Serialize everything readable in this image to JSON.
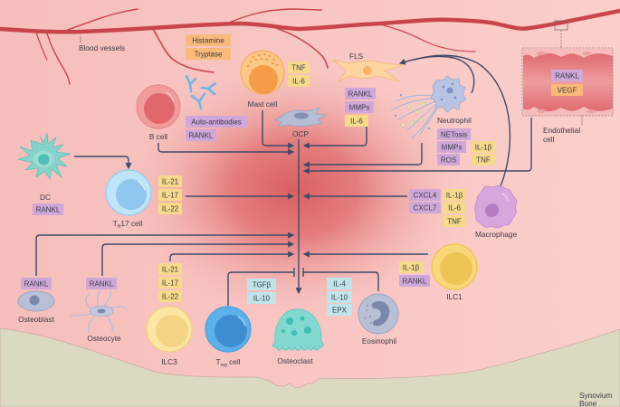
{
  "title": "Immune and stromal cell interactions in the synovium driving osteoclast-mediated bone erosion",
  "palette": {
    "purple": "#cfa8d9",
    "yellow": "#f6da8a",
    "orange": "#f8b979",
    "cyan": "#bfe5ea",
    "arrow": "#3e4a6c",
    "inflammation_core": "#dc6464",
    "synovium_bg": "#f7c3c0",
    "bone_bg": "#dcd9c1",
    "vessel": "#c9454c"
  },
  "regions": {
    "blood_vessels": "Blood vessels",
    "synovium": "Synovium",
    "bone": "Bone"
  },
  "cells": {
    "mast_cell": {
      "label": "Mast cell",
      "granule_factors": [
        {
          "text": "Histamine",
          "type": "orange"
        },
        {
          "text": "Tryptase",
          "type": "orange"
        }
      ],
      "factors": [
        {
          "text": "TNF",
          "type": "yellow"
        },
        {
          "text": "IL-6",
          "type": "yellow"
        }
      ]
    },
    "b_cell": {
      "label": "B cell",
      "factors": [
        {
          "text": "Auto-antibodies",
          "type": "purple"
        },
        {
          "text": "RANKL",
          "type": "purple"
        }
      ]
    },
    "ocp": {
      "label": "OCP"
    },
    "fls": {
      "label": "FLS",
      "factors": [
        {
          "text": "RANKL",
          "type": "purple"
        },
        {
          "text": "MMPs",
          "type": "purple"
        },
        {
          "text": "IL-6",
          "type": "yellow"
        }
      ]
    },
    "neutrophil": {
      "label": "Neutrophil",
      "factors": [
        {
          "text": "NETosis",
          "type": "purple"
        },
        {
          "text": "MMPs",
          "type": "purple"
        },
        {
          "text": "ROS",
          "type": "purple"
        },
        {
          "text": "IL-1β",
          "type": "yellow"
        },
        {
          "text": "TNF",
          "type": "yellow"
        }
      ]
    },
    "endothelial_cell": {
      "label_line1": "Endothelial",
      "label_line2": "cell",
      "factors": [
        {
          "text": "RANKL",
          "type": "purple"
        },
        {
          "text": "VEGF",
          "type": "orange"
        }
      ]
    },
    "dc": {
      "label": "DC",
      "factors": [
        {
          "text": "RANKL",
          "type": "purple"
        }
      ]
    },
    "th17_cell": {
      "label_prefix": "T",
      "label_subscript": "H",
      "label_suffix": "17 cell",
      "factors": [
        {
          "text": "IL-21",
          "type": "yellow"
        },
        {
          "text": "IL-17",
          "type": "yellow"
        },
        {
          "text": "IL-22",
          "type": "yellow"
        }
      ]
    },
    "macrophage": {
      "label": "Macrophage",
      "factors": [
        {
          "text": "CXCL4",
          "type": "purple"
        },
        {
          "text": "CXCL7",
          "type": "purple"
        },
        {
          "text": "IL-1β",
          "type": "yellow"
        },
        {
          "text": "IL-6",
          "type": "yellow"
        },
        {
          "text": "TNF",
          "type": "yellow"
        }
      ]
    },
    "ilc1": {
      "label": "ILC1",
      "factors": [
        {
          "text": "IL-1β",
          "type": "yellow"
        },
        {
          "text": "RANKL",
          "type": "purple"
        }
      ]
    },
    "osteoblast": {
      "label": "Osteoblast",
      "factors": [
        {
          "text": "RANKL",
          "type": "purple"
        }
      ]
    },
    "osteocyte": {
      "label": "Osteocyte",
      "factors": [
        {
          "text": "RANKL",
          "type": "purple"
        }
      ]
    },
    "ilc3": {
      "label": "ILC3",
      "factors": [
        {
          "text": "IL-21",
          "type": "yellow"
        },
        {
          "text": "IL-17",
          "type": "yellow"
        },
        {
          "text": "IL-22",
          "type": "yellow"
        }
      ]
    },
    "treg_cell": {
      "label_prefix": "T",
      "label_subscript": "reg",
      "label_suffix": " cell",
      "factors": [
        {
          "text": "TGFβ",
          "type": "cyan"
        },
        {
          "text": "IL-10",
          "type": "cyan"
        }
      ]
    },
    "osteoclast": {
      "label": "Osteoclast"
    },
    "eosinophil": {
      "label": "Eosinophil",
      "factors": [
        {
          "text": "IL-4",
          "type": "cyan"
        },
        {
          "text": "IL-10",
          "type": "cyan"
        },
        {
          "text": "EPX",
          "type": "cyan"
        }
      ]
    }
  },
  "pathways": [
    {
      "from": "mast_cell",
      "to": "osteoclast",
      "effect": "promotes"
    },
    {
      "from": "b_cell",
      "to": "osteoclast",
      "effect": "promotes"
    },
    {
      "from": "fls",
      "to": "osteoclast",
      "effect": "promotes"
    },
    {
      "from": "neutrophil",
      "to": "osteoclast",
      "effect": "promotes"
    },
    {
      "from": "endothelial_cell",
      "to": "osteoclast",
      "effect": "promotes"
    },
    {
      "from": "dc",
      "to": "th17_cell",
      "effect": "promotes"
    },
    {
      "from": "th17_cell",
      "to": "osteoclast",
      "effect": "promotes"
    },
    {
      "from": "macrophage",
      "to": "osteoclast",
      "effect": "promotes"
    },
    {
      "from": "neutrophil",
      "to": "fls",
      "effect": "promotes"
    },
    {
      "from": "macrophage",
      "to": "fls",
      "effect": "promotes"
    },
    {
      "from": "osteoblast",
      "to": "osteoclast",
      "effect": "promotes"
    },
    {
      "from": "osteocyte",
      "to": "osteoclast",
      "effect": "promotes"
    },
    {
      "from": "ilc3",
      "to": "osteoclast",
      "effect": "promotes"
    },
    {
      "from": "ilc1",
      "to": "osteoclast",
      "effect": "promotes"
    },
    {
      "from": "treg_cell",
      "to": "osteoclast",
      "effect": "inhibits"
    },
    {
      "from": "eosinophil",
      "to": "osteoclast",
      "effect": "inhibits"
    },
    {
      "from": "ocp",
      "to": "osteoclast",
      "effect": "differentiates"
    }
  ]
}
